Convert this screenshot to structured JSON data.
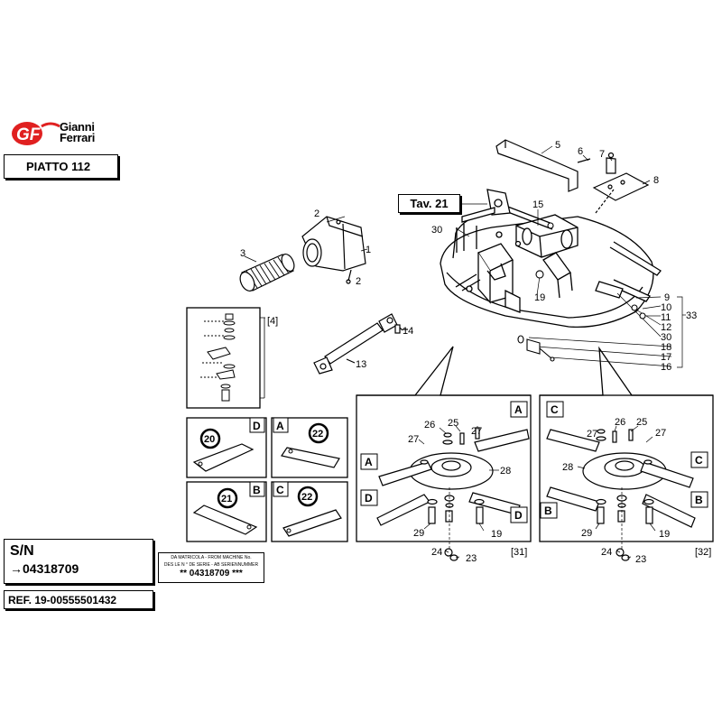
{
  "brand": {
    "line1": "Gianni",
    "line2": "Ferrari",
    "mark": "GF",
    "color": "#e02020"
  },
  "title": "PIATTO 112",
  "tav": "Tav. 21",
  "serial": {
    "label": "S/N",
    "value": "→04318709"
  },
  "reference": "REF. 19-00555501432",
  "plate": {
    "line1": "DA MATRICOLA - FROM MACHINE No.",
    "line2": "DES LE N ° DE SERIE - AB SERIENNUMMER",
    "line3": "** 04318709  ***"
  },
  "callouts": {
    "c1": "1",
    "c2a": "2",
    "c2b": "2",
    "c3": "3",
    "c4": "[4]",
    "c5": "5",
    "c6": "6",
    "c7": "7",
    "c8": "8",
    "c9": "9",
    "c10": "10",
    "c11": "11",
    "c12": "12",
    "c13": "13",
    "c14": "14",
    "c15": "15",
    "c16": "16",
    "c17": "17",
    "c18": "18",
    "c19a": "19",
    "c30a": "30",
    "c30b": "30",
    "c33": "33"
  },
  "blade_panels": [
    {
      "letter": "D",
      "part": "20"
    },
    {
      "letter": "A",
      "part": "22"
    },
    {
      "letter": "B",
      "part": "21"
    },
    {
      "letter": "C",
      "part": "22"
    }
  ],
  "detail_left": {
    "ref": "[31]",
    "letters": [
      "A",
      "A",
      "D",
      "D"
    ],
    "nums": {
      "n26": "26",
      "n25": "25",
      "n27": "27",
      "n28": "28",
      "n29": "29",
      "n19": "19",
      "n24": "24",
      "n23": "23"
    }
  },
  "detail_right": {
    "ref": "[32]",
    "letters": [
      "C",
      "C",
      "B",
      "B"
    ],
    "nums": {
      "n26": "26",
      "n25": "25",
      "n27": "27",
      "n28": "28",
      "n29": "29",
      "n19": "19",
      "n24": "24",
      "n23": "23"
    }
  }
}
